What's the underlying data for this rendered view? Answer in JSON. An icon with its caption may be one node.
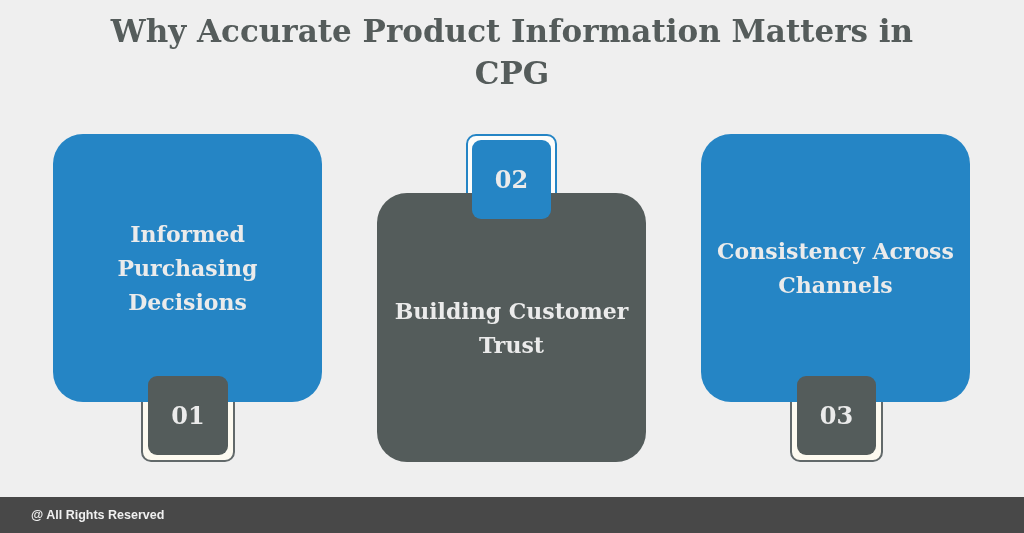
{
  "diagram": {
    "title": "Why Accurate Product Information Matters in CPG",
    "nodes": [
      {
        "text": [
          "Informed Purchasing Decisions"
        ]
      },
      {
        "text": [
          "01"
        ]
      },
      {
        "text": [
          "Building Customer Trust"
        ]
      },
      {
        "text": [
          "02"
        ]
      },
      {
        "text": [
          "Consistency Across Channels"
        ]
      },
      {
        "text": [
          "03"
        ]
      }
    ],
    "labels": [
      "@ All Rights Reserved"
    ]
  }
}
